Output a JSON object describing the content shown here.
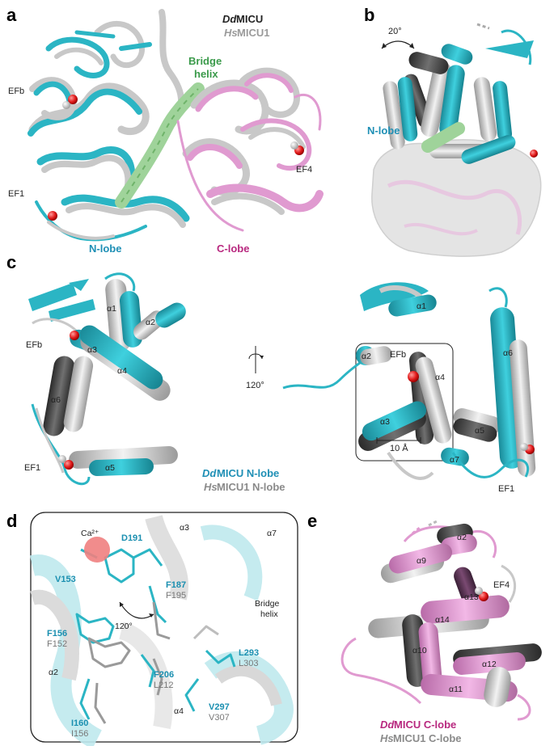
{
  "panels": {
    "a": {
      "letter": "a",
      "legend_dd": "DdMICU",
      "legend_dd_italic": "Dd",
      "legend_dd_rest": "MICU",
      "legend_hs_italic": "Hs",
      "legend_hs_rest": "MICU1",
      "bridge_label_1": "Bridge",
      "bridge_label_2": "helix",
      "efb": "EFb",
      "ef1": "EF1",
      "ef4": "EF4",
      "nlobe": "N-lobe",
      "clobe": "C-lobe"
    },
    "b": {
      "letter": "b",
      "angle": "20°",
      "nlobe": "N-lobe"
    },
    "c": {
      "letter": "c",
      "rotation": "120°",
      "efb_left": "EFb",
      "ef1_left": "EF1",
      "efb_right": "EFb",
      "ef1_right": "EF1",
      "distance": "10 Å",
      "helices_left": [
        "α1",
        "α2",
        "α3",
        "α4",
        "α5",
        "α6"
      ],
      "helices_right": [
        "α1",
        "α2",
        "α3",
        "α4",
        "α5",
        "α6",
        "α7"
      ],
      "legend_dd_italic": "Dd",
      "legend_dd_rest": "MICU N-lobe",
      "legend_hs_italic": "Hs",
      "legend_hs_rest": "MICU1 N-lobe"
    },
    "d": {
      "letter": "d",
      "ca": "Ca²⁺",
      "angle": "120°",
      "bridge_1": "Bridge",
      "bridge_2": "helix",
      "a2": "α2",
      "a3": "α3",
      "a4": "α4",
      "a7": "α7",
      "residues_cyan": [
        "D191",
        "V153",
        "F187",
        "F156",
        "F206",
        "L293",
        "V297",
        "I160"
      ],
      "residues_grey": [
        "F195",
        "F152",
        "L212",
        "L303",
        "V307",
        "I156"
      ]
    },
    "e": {
      "letter": "e",
      "ef4": "EF4",
      "helices": [
        "α2",
        "α9",
        "α13",
        "α14",
        "α10",
        "α12",
        "α11"
      ],
      "legend_dd_italic": "Dd",
      "legend_dd_rest": "MICU C-lobe",
      "legend_hs_italic": "Hs",
      "legend_hs_rest": "MICU1 C-lobe"
    }
  },
  "colors": {
    "dd_nlobe": "#2bb5c4",
    "hs": "#c8c8c8",
    "hs_dark": "#5a5a5a",
    "bridge": "#9fd39a",
    "dd_clobe": "#e09ad0",
    "calcium": "#e02020",
    "nlobe_text": "#1e8fb5",
    "clobe_text": "#b8287f",
    "bridge_text": "#3a9a4a"
  }
}
